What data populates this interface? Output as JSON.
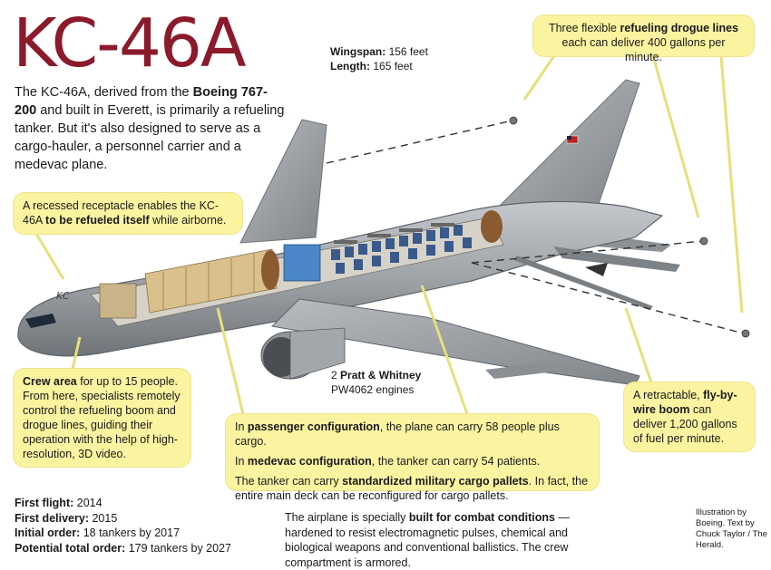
{
  "title": "KC-46A",
  "intro": {
    "p1": "The KC-46A, derived from the ",
    "b1": "Boeing 767-200",
    "p2": " and built in Everett, is primarily a refueling tanker. But it's also designed to serve as a cargo-hauler, a personnel carrier and a medevac plane."
  },
  "stats": {
    "wingspan_label": "Wingspan:",
    "wingspan_value": "156 feet",
    "length_label": "Length:",
    "length_value": "165 feet"
  },
  "drogue": {
    "t1": "Three flexible ",
    "b1": "refueling drogue lines",
    "t2": " each can deliver 400 gallons per minute."
  },
  "receptacle": {
    "t1": "A recessed receptacle enables the KC-46A ",
    "b1": "to be refueled itself",
    "t2": " while airborne."
  },
  "crew": {
    "b1": "Crew area",
    "t1": " for up to 15 people. From here, specialists remotely control the refueling boom and drogue lines, guiding their operation with the help of high-resolution, 3D video."
  },
  "engines": {
    "t1": "2 ",
    "b1": "Pratt & Whitney",
    "t2": "PW4062 engines"
  },
  "passenger": {
    "l1_t1": "In ",
    "l1_b1": "passenger configuration",
    "l1_t2": ", the plane can carry 58 people plus cargo.",
    "l2_t1": "In ",
    "l2_b1": "medevac configuration",
    "l2_t2": ", the tanker can carry 54 patients.",
    "l3_t1": "The tanker can carry ",
    "l3_b1": "standardized military cargo pallets",
    "l3_t2": ". In fact, the entire main deck can be reconfigured for cargo pallets."
  },
  "boom": {
    "t1": "A retractable, ",
    "b1": "fly-by-wire boom",
    "t2": " can deliver 1,200 gallons of fuel per minute."
  },
  "facts": [
    {
      "label": "First flight:",
      "value": " 2014"
    },
    {
      "label": "First delivery:",
      "value": " 2015"
    },
    {
      "label": "Initial order:",
      "value": " 18 tankers by 2017"
    },
    {
      "label": "Potential total order:",
      "value": " 179 tankers by 2027"
    }
  ],
  "combat": {
    "t1": "The airplane is specially ",
    "b1": "built for combat conditions",
    "t2": " — hardened to resist electromagnetic pulses, chemical and biological weapons and conventional ballistics. The crew compartment is armored."
  },
  "credit": "Illustration by Boeing. Text by Chuck Taylor / The Herald.",
  "tail_marking": "KC",
  "colors": {
    "title": "#8b1a2b",
    "callout": "#faf3a0",
    "fuselage": "#9aa0a6",
    "cargo": "#d9c08c",
    "seats": "#3a5a8c",
    "container": "#4a86c8"
  }
}
